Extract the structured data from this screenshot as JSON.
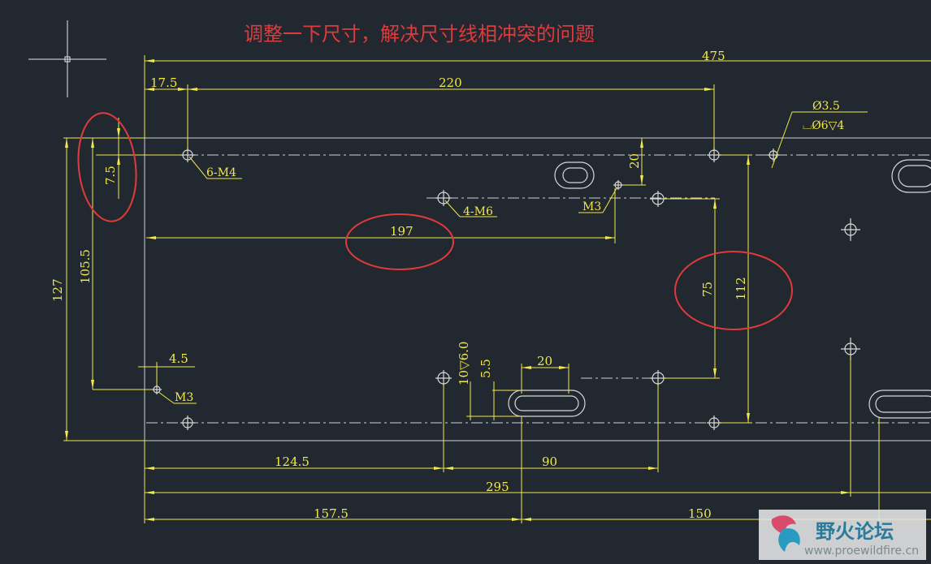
{
  "annotation": {
    "title": "调整一下尺寸，解决尺寸线相冲突的问题"
  },
  "dimensions": {
    "overall_width": "475",
    "left_offset": "17.5",
    "hole_span": "220",
    "edge_offset": "7.5",
    "hole_height": "105.5",
    "overall_height": "127",
    "slot_depth": "20",
    "middle_span": "197",
    "slot_spacing_v1": "75",
    "slot_spacing_v2": "112",
    "small_offset": "4.5",
    "slot_width": "20",
    "slot_height": "5.5",
    "thread_depth": "10▽6.0",
    "bottom_span_1": "124.5",
    "bottom_span_2": "90",
    "bottom_total": "295",
    "bottom_left": "157.5",
    "bottom_right": "150"
  },
  "callouts": {
    "hole_6m4": "6-M4",
    "hole_4m6": "4-M6",
    "hole_m3_top": "M3",
    "hole_m3_bottom": "M3",
    "counterbore_dia": "Ø3.5",
    "counterbore_spec": "⌴Ø6▽4"
  },
  "watermark": {
    "site_name": "野火论坛",
    "url": "www.proewildfire.cn"
  },
  "colors": {
    "background": "#212830",
    "dimension": "#f2e84a",
    "outline": "#d0d0d0",
    "highlight": "#e03a3a"
  }
}
